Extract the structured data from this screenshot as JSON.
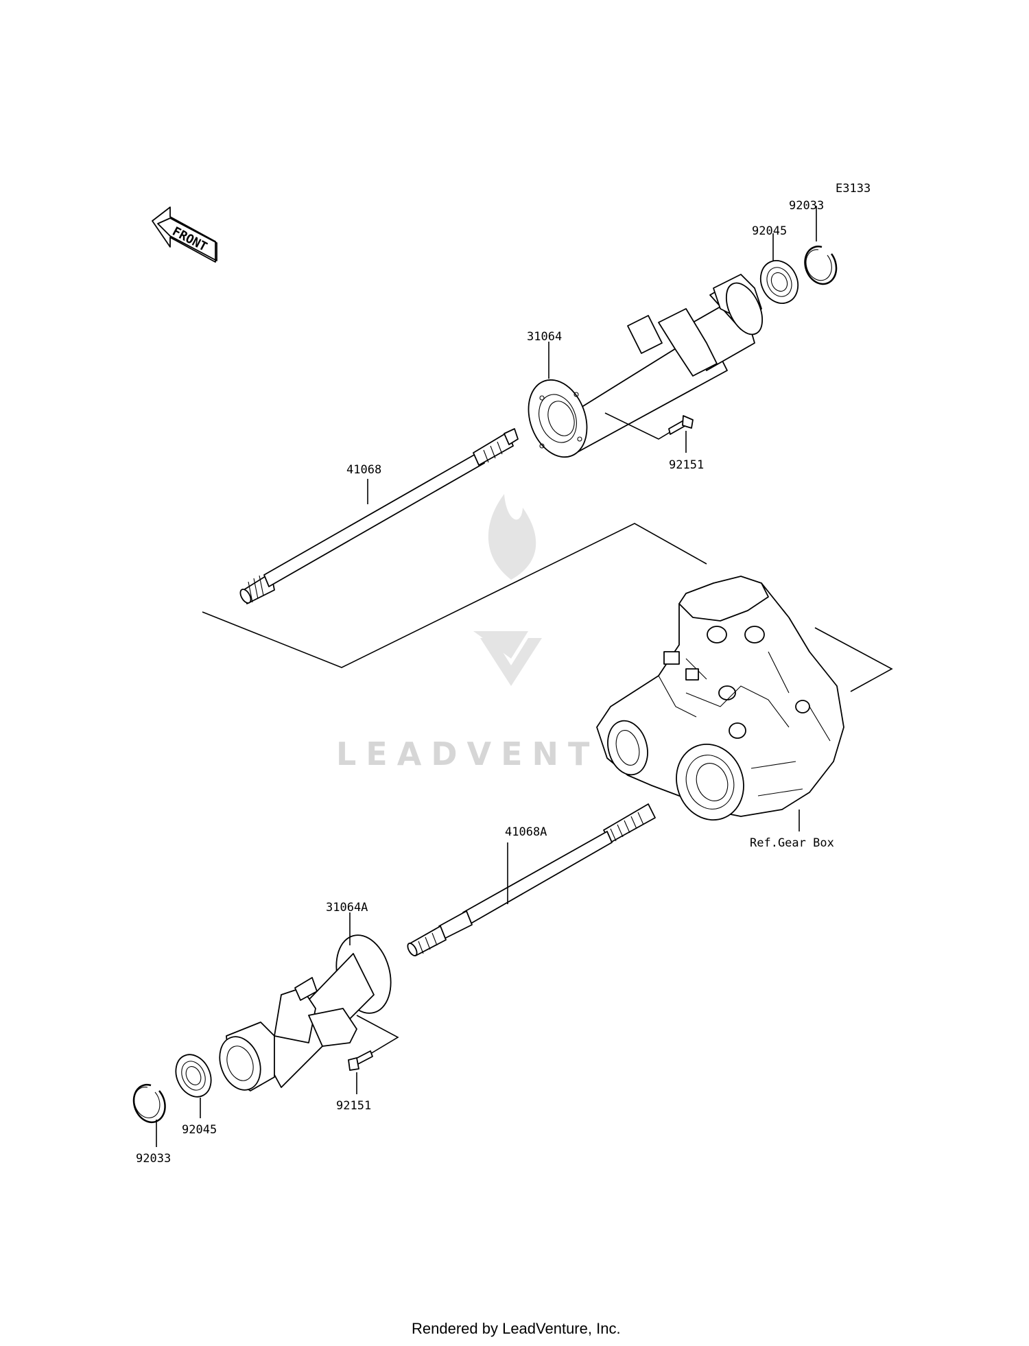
{
  "diagram_code": "E3133",
  "front_arrow": {
    "label": "FRONT",
    "icon": "front-arrow-icon"
  },
  "labels": {
    "p92033_top": "92033",
    "p92045_top": "92045",
    "p31064": "31064",
    "p92151_top": "92151",
    "p41068": "41068",
    "p41068A": "41068A",
    "ref_gear_box": "Ref.Gear Box",
    "p31064A": "31064A",
    "p92151_bottom": "92151",
    "p92045_bottom": "92045",
    "p92033_bottom": "92033"
  },
  "watermark": {
    "text": "LEADVENT",
    "icon": "leadventure-flame-logo-icon"
  },
  "footer": {
    "text": "Rendered by LeadVenture, Inc."
  }
}
